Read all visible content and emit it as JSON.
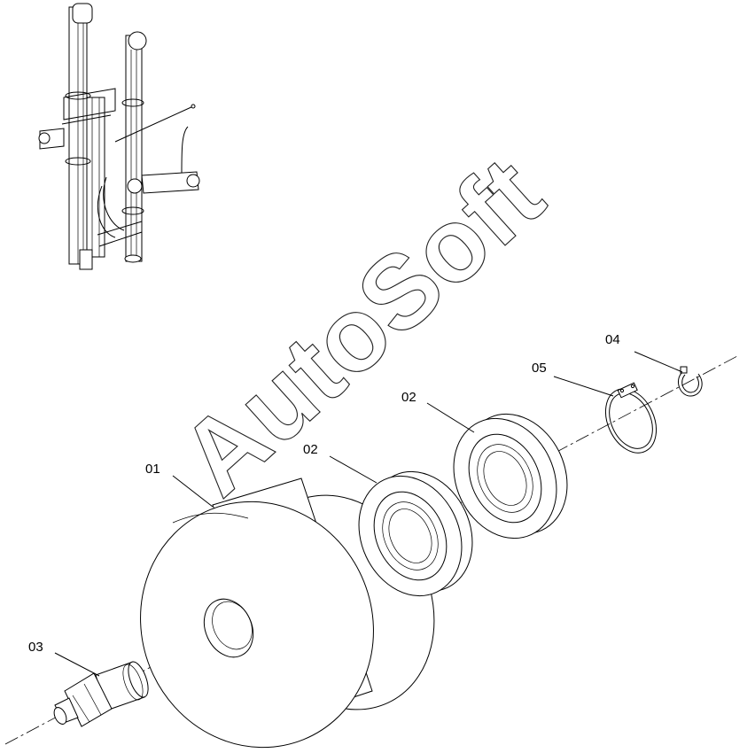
{
  "watermark": "AutoSoft",
  "callouts": {
    "roller": "01",
    "bearing_left": "02",
    "bearing_right": "02",
    "grease_nipple": "03",
    "circlip_small": "04",
    "retaining_ring": "05"
  }
}
